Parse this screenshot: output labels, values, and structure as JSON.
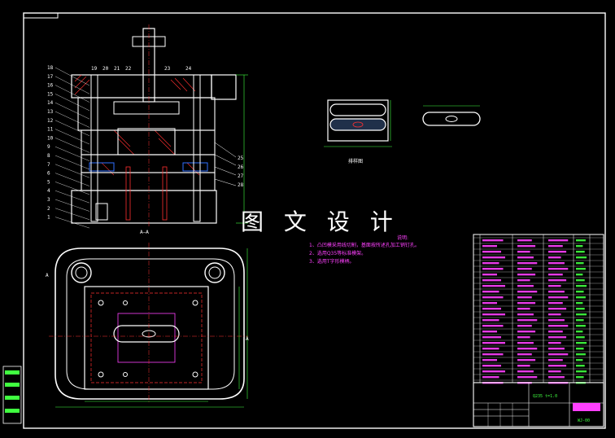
{
  "watermark": "图 文 设 计",
  "section_label": "A—A",
  "strip_label": "排样图",
  "section_marker_a_left": "A",
  "section_marker_a_right": "A",
  "part_callouts_left": [
    "18",
    "17",
    "16",
    "15",
    "14",
    "13",
    "12",
    "11",
    "10",
    "9",
    "8",
    "7",
    "6",
    "5",
    "4",
    "3",
    "2",
    "1"
  ],
  "part_callouts_top": [
    "19",
    "20",
    "21",
    "22",
    "23",
    "24"
  ],
  "part_callouts_right": [
    "25",
    "26",
    "27",
    "28"
  ],
  "notes_title": "说明:",
  "notes": [
    "1、凸凹模采用线切割，基面按所述孔加工销钉孔。",
    "2、选用Q35等标准模架。",
    "3、选用T字形模柄。"
  ],
  "material_label": "Q235 t=1.0",
  "drawing_number": "WJ-00"
}
